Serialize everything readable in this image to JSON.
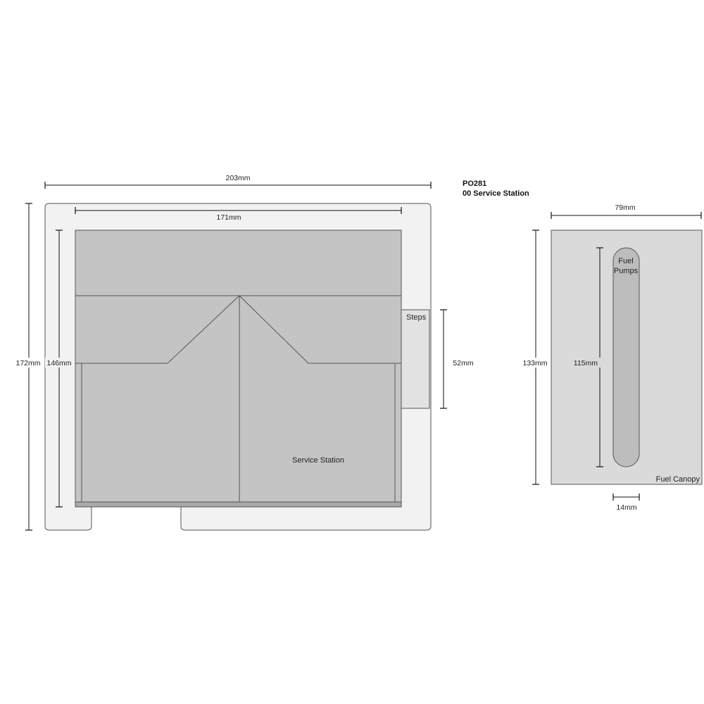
{
  "title": {
    "code": "PO281",
    "name": "00 Service Station"
  },
  "dimensions": {
    "overall_width": "203mm",
    "overall_height": "172mm",
    "building_width": "171mm",
    "building_height": "146mm",
    "steps_height": "52mm",
    "canopy_width": "79mm",
    "canopy_height": "133mm",
    "pumps_length": "115mm",
    "pumps_width": "14mm"
  },
  "labels": {
    "steps": "Steps",
    "service_station": "Service Station",
    "fuel_pumps_line1": "Fuel",
    "fuel_pumps_line2": "Pumps",
    "fuel_canopy": "Fuel Canopy"
  },
  "colors": {
    "base_fill": "#f2f2f2",
    "building_fill": "#c4c4c4",
    "steps_fill": "#e2e2e2",
    "canopy_fill": "#dadada",
    "pumps_fill": "#bdbdbd",
    "strip_fill": "#a9a9a9"
  }
}
